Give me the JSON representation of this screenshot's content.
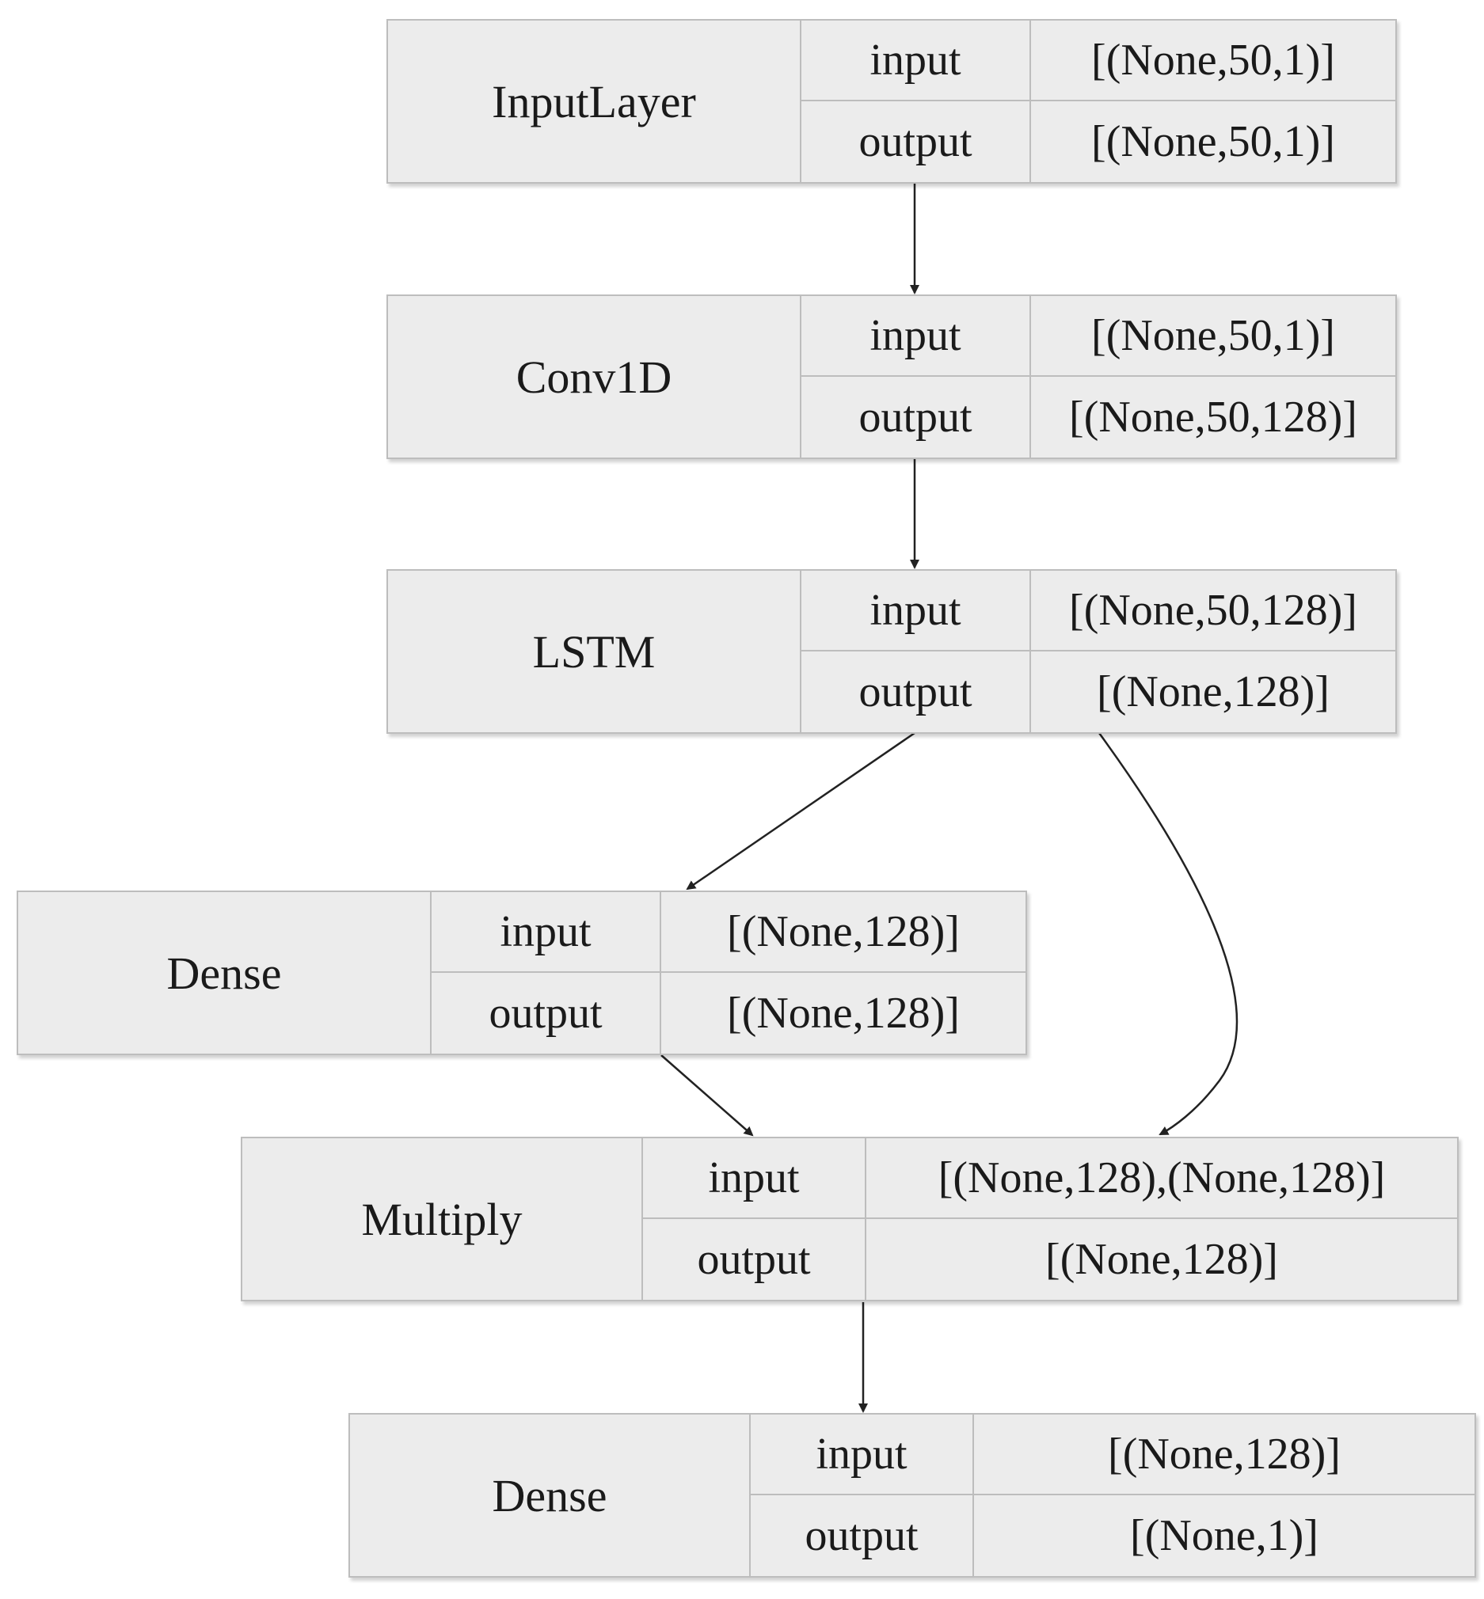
{
  "layers": [
    {
      "id": "inputlayer",
      "name": "InputLayer",
      "port_in": "input",
      "port_out": "output",
      "shape_in": "[(None,50,1)]",
      "shape_out": "[(None,50,1)]"
    },
    {
      "id": "conv1d",
      "name": "Conv1D",
      "port_in": "input",
      "port_out": "output",
      "shape_in": "[(None,50,1)]",
      "shape_out": "[(None,50,128)]"
    },
    {
      "id": "lstm",
      "name": "LSTM",
      "port_in": "input",
      "port_out": "output",
      "shape_in": "[(None,50,128)]",
      "shape_out": "[(None,128)]"
    },
    {
      "id": "dense-1",
      "name": "Dense",
      "port_in": "input",
      "port_out": "output",
      "shape_in": "[(None,128)]",
      "shape_out": "[(None,128)]"
    },
    {
      "id": "multiply",
      "name": "Multiply",
      "port_in": "input",
      "port_out": "output",
      "shape_in": "[(None,128),(None,128)]",
      "shape_out": "[(None,128)]"
    },
    {
      "id": "dense-2",
      "name": "Dense",
      "port_in": "input",
      "port_out": "output",
      "shape_in": "[(None,128)]",
      "shape_out": "[(None,1)]"
    }
  ],
  "edges": [
    {
      "from": "inputlayer",
      "to": "conv1d"
    },
    {
      "from": "conv1d",
      "to": "lstm"
    },
    {
      "from": "lstm",
      "to": "dense-1"
    },
    {
      "from": "lstm",
      "to": "multiply"
    },
    {
      "from": "dense-1",
      "to": "multiply"
    },
    {
      "from": "multiply",
      "to": "dense-2"
    }
  ],
  "colors": {
    "box_fill": "#ececec",
    "box_border": "#bdbdbd",
    "arrow": "#222222"
  }
}
